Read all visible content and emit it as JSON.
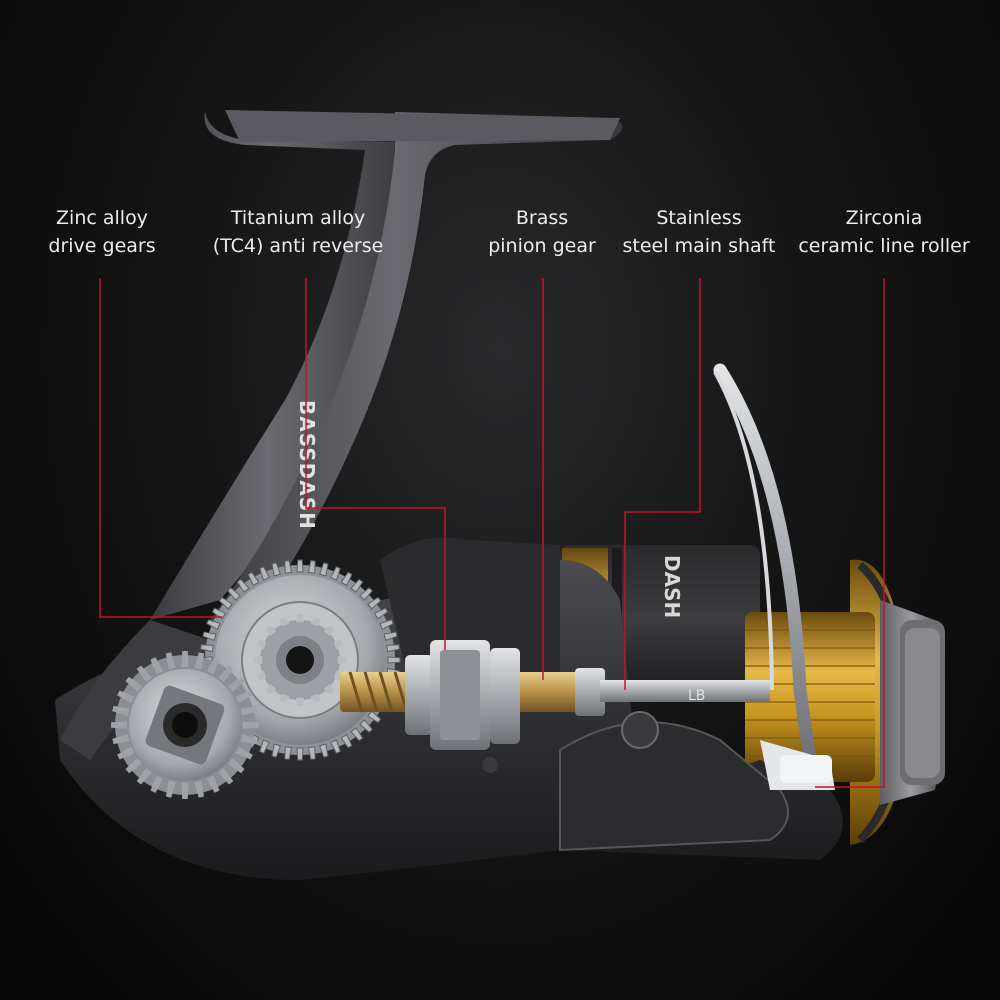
{
  "brand": "BASSDASH",
  "spool_brand": "DASH",
  "callouts": [
    {
      "id": "drive-gears",
      "line1": "Zinc alloy",
      "line2": "drive gears"
    },
    {
      "id": "anti-reverse",
      "line1": "Titanium alloy",
      "line2": "(TC4) anti reverse"
    },
    {
      "id": "pinion-gear",
      "line1": "Brass",
      "line2": "pinion gear"
    },
    {
      "id": "main-shaft",
      "line1": "Stainless",
      "line2": "steel main shaft"
    },
    {
      "id": "line-roller",
      "line1": "Zirconia",
      "line2": "ceramic line roller"
    }
  ],
  "colors": {
    "callout_line": "#c8102e",
    "label_text": "#ececec",
    "reel_body": "#4a4a4e",
    "gold": "#c9971e",
    "gear_silver": "#b9bdc1",
    "brass": "#b8914a"
  }
}
